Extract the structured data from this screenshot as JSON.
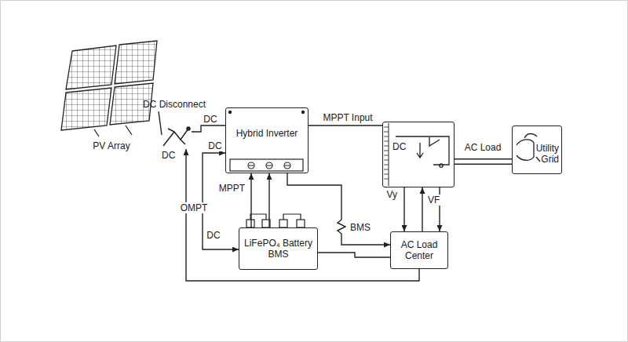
{
  "diagram": {
    "nodes": [
      {
        "text": [
          "PV Array"
        ]
      },
      {
        "text": [
          "DC Disconnect",
          "DC"
        ]
      },
      {
        "text": [
          "Hybrid Inverter"
        ]
      },
      {
        "text": [
          "DC"
        ]
      },
      {
        "text": [
          "Utility Grid"
        ]
      },
      {
        "text": [
          "LiFePO₄ Battery",
          "BMS"
        ]
      },
      {
        "text": [
          "AC Load Center"
        ]
      }
    ],
    "edges": [
      {
        "from": 0,
        "to": 1,
        "arrow": "none"
      },
      {
        "from": 1,
        "to": 2,
        "label": "DC",
        "arrow": "none"
      },
      {
        "from": 2,
        "to": 5,
        "label": "DC",
        "arrow": "both"
      },
      {
        "from": 2,
        "to": 3,
        "label": "MPPT Input",
        "arrow": "none"
      },
      {
        "from": 3,
        "to": 4,
        "label": "AC Load",
        "arrow": "none"
      },
      {
        "from": 5,
        "to": 2,
        "label": "MPPT",
        "arrow": "to"
      },
      {
        "from": 5,
        "to": 2,
        "arrow": "to"
      },
      {
        "from": 2,
        "to": 6,
        "label": "BMS",
        "arrow": "to"
      },
      {
        "from": 5,
        "to": 6,
        "arrow": "none"
      },
      {
        "from": 3,
        "to": 6,
        "label": "Vy",
        "arrow": "to"
      },
      {
        "from": 6,
        "to": 3,
        "label": "VF",
        "arrow": "to"
      },
      {
        "from": 3,
        "to": 6,
        "arrow": "to"
      },
      {
        "from": 6,
        "to": 1,
        "label": "OMPT",
        "arrow": "to"
      }
    ],
    "labels": [
      "DC"
    ]
  }
}
